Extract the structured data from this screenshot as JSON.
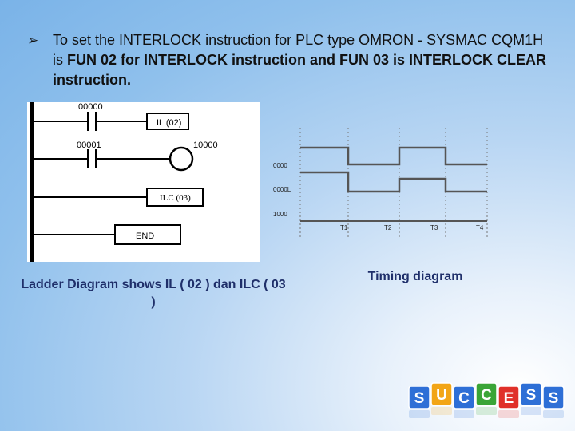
{
  "bullet": {
    "arrow": "➢",
    "text_plain": "To set the INTERLOCK instruction for PLC type OMRON - SYSMAC CQM1H is ",
    "text_bold": "FUN 02 for INTERLOCK instruction and FUN 03 is INTERLOCK CLEAR instruction."
  },
  "ladder": {
    "contact1": "00000",
    "contact2": "00001",
    "coil": "10000",
    "il_box": "IL (02)",
    "ilc_box": "ILC (03)",
    "end_box": "END"
  },
  "timing": {
    "signals": [
      "0000",
      "0000L",
      "1000"
    ],
    "times": [
      "T1",
      "T2",
      "T3",
      "T4"
    ]
  },
  "captions": {
    "ladder": "Ladder Diagram shows IL ( 02 ) dan ILC ( 03 )",
    "timing": "Timing diagram"
  },
  "logo": {
    "letters": [
      "S",
      "U",
      "C",
      "C",
      "E",
      "S",
      "S"
    ],
    "colors": [
      "#2e6fd6",
      "#f2a516",
      "#2e6fd6",
      "#3aa537",
      "#e0302a",
      "#2e6fd6",
      "#2e6fd6"
    ]
  }
}
